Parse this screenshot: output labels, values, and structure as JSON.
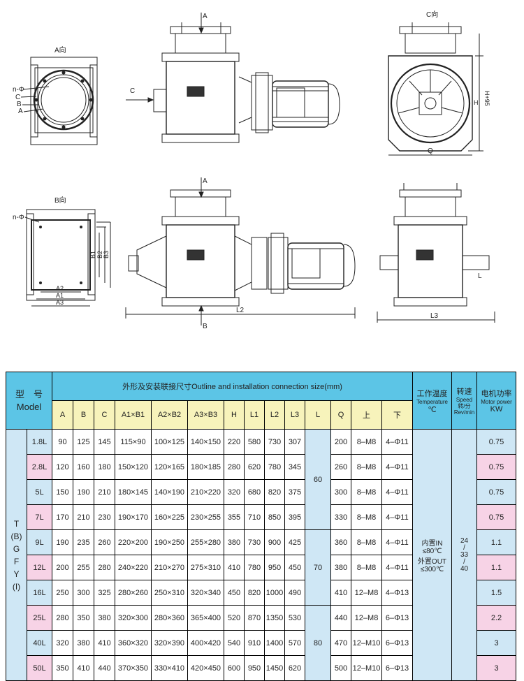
{
  "drawing": {
    "view_a": "A向",
    "view_b": "B向",
    "view_c": "C向",
    "arrow_a": "A",
    "arrow_b": "B",
    "arrow_c": "C",
    "label_n_phi": "n-Φ",
    "label_c": "C",
    "label_b": "B",
    "label_a": "A",
    "label_h95": "H+95",
    "label_h": "H",
    "label_q": "Q",
    "label_a1": "A1",
    "label_a2": "A2",
    "label_a3": "A3",
    "label_b1": "B1",
    "label_b2": "B2",
    "label_b3": "B3",
    "label_l": "L",
    "label_l2": "L2",
    "label_l3": "L3"
  },
  "table": {
    "model_label": "型　号\nModel",
    "outline_label": "外形及安装联接尺寸Outline and installation connection size(mm)",
    "temp_label_cn": "工作温度",
    "temp_label_en": "Temperature",
    "temp_unit": "℃",
    "speed_label_cn": "转速",
    "speed_label_en": "Speed",
    "speed_unit": "转/分\nRev/min",
    "power_label_cn": "电机功率",
    "power_label_en": "Motor power",
    "power_unit": "KW",
    "columns": [
      "A",
      "B",
      "C",
      "A1×B1",
      "A2×B2",
      "A3×B3",
      "H",
      "L1",
      "L2",
      "L3",
      "L",
      "Q",
      "上",
      "下"
    ],
    "model_prefix": "T\n(B)\nG\nF\nY\n(I)",
    "rows": [
      {
        "model": "1.8L",
        "A": "90",
        "B": "125",
        "C": "145",
        "A1B1": "115×90",
        "A2B2": "100×125",
        "A3B3": "140×150",
        "H": "220",
        "L1": "580",
        "L2": "730",
        "L3": "307",
        "Q": "200",
        "up": "8–M8",
        "down": "4–Φ11",
        "power": "0.75"
      },
      {
        "model": "2.8L",
        "A": "120",
        "B": "160",
        "C": "180",
        "A1B1": "150×120",
        "A2B2": "120×165",
        "A3B3": "180×185",
        "H": "280",
        "L1": "620",
        "L2": "780",
        "L3": "345",
        "Q": "260",
        "up": "8–M8",
        "down": "4–Φ11",
        "power": "0.75"
      },
      {
        "model": "5L",
        "A": "150",
        "B": "190",
        "C": "210",
        "A1B1": "180×145",
        "A2B2": "140×190",
        "A3B3": "210×220",
        "H": "320",
        "L1": "680",
        "L2": "820",
        "L3": "375",
        "Q": "300",
        "up": "8–M8",
        "down": "4–Φ11",
        "power": "0.75"
      },
      {
        "model": "7L",
        "A": "170",
        "B": "210",
        "C": "230",
        "A1B1": "190×170",
        "A2B2": "160×225",
        "A3B3": "230×255",
        "H": "355",
        "L1": "710",
        "L2": "850",
        "L3": "395",
        "Q": "330",
        "up": "8–M8",
        "down": "4–Φ11",
        "power": "0.75"
      },
      {
        "model": "9L",
        "A": "190",
        "B": "235",
        "C": "260",
        "A1B1": "220×200",
        "A2B2": "190×250",
        "A3B3": "255×280",
        "H": "380",
        "L1": "730",
        "L2": "900",
        "L3": "425",
        "Q": "360",
        "up": "8–M8",
        "down": "4–Φ11",
        "power": "1.1"
      },
      {
        "model": "12L",
        "A": "200",
        "B": "255",
        "C": "280",
        "A1B1": "240×220",
        "A2B2": "210×270",
        "A3B3": "275×310",
        "H": "410",
        "L1": "780",
        "L2": "950",
        "L3": "450",
        "Q": "380",
        "up": "8–M8",
        "down": "4–Φ11",
        "power": "1.1"
      },
      {
        "model": "16L",
        "A": "250",
        "B": "300",
        "C": "325",
        "A1B1": "280×260",
        "A2B2": "250×310",
        "A3B3": "320×340",
        "H": "450",
        "L1": "820",
        "L2": "1000",
        "L3": "490",
        "Q": "410",
        "up": "12–M8",
        "down": "4–Φ13",
        "power": "1.5"
      },
      {
        "model": "25L",
        "A": "280",
        "B": "350",
        "C": "380",
        "A1B1": "320×300",
        "A2B2": "280×360",
        "A3B3": "365×400",
        "H": "520",
        "L1": "870",
        "L2": "1350",
        "L3": "530",
        "Q": "440",
        "up": "12–M8",
        "down": "6–Φ13",
        "power": "2.2"
      },
      {
        "model": "40L",
        "A": "320",
        "B": "380",
        "C": "410",
        "A1B1": "360×320",
        "A2B2": "320×390",
        "A3B3": "400×420",
        "H": "540",
        "L1": "910",
        "L2": "1400",
        "L3": "570",
        "Q": "470",
        "up": "12–M10",
        "down": "6–Φ13",
        "power": "3"
      },
      {
        "model": "50L",
        "A": "350",
        "B": "410",
        "C": "440",
        "A1B1": "370×350",
        "A2B2": "330×410",
        "A3B3": "420×450",
        "H": "600",
        "L1": "950",
        "L2": "1450",
        "L3": "620",
        "Q": "500",
        "up": "12–M10",
        "down": "6–Φ13",
        "power": "3"
      }
    ],
    "l_groups": [
      "60",
      "70",
      "80"
    ],
    "temperature": "内置IN\n≤80℃\n外置OUT\n≤300℃",
    "speed": "24\n/\n33\n/\n40"
  }
}
